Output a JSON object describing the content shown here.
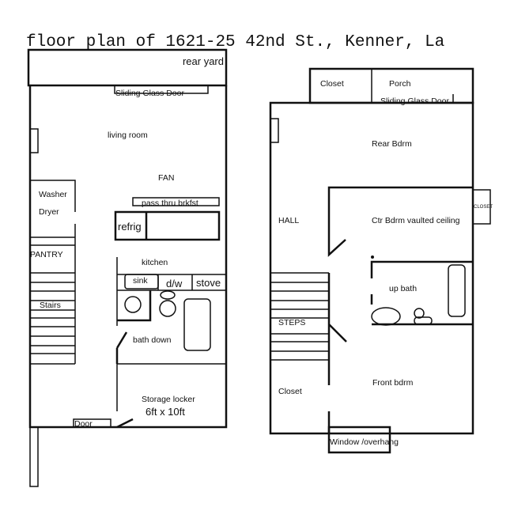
{
  "title": "floor plan of 1621-25  42nd St., Kenner, La",
  "downstairs": {
    "rear_yard": "rear yard",
    "sliding_door": "Sliding Glass Door",
    "living_room": "living room",
    "fan": "FAN",
    "washer": "Washer",
    "dryer": "Dryer",
    "pass_thru": "pass thru brkfst",
    "refrig": "refrig",
    "pantry": "PANTRY",
    "kitchen": "kitchen",
    "sink": "sink",
    "dw": "d/w",
    "stove": "stove",
    "stairs": "Stairs",
    "bath_down": "bath down",
    "storage": "Storage locker",
    "storage_size": "6ft x 10ft",
    "door": "Door"
  },
  "upstairs": {
    "closet_top": "Closet",
    "porch": "Porch",
    "sliding_door": "Sliding Glass Door",
    "rear_bdrm": "Rear Bdrm",
    "hall": "HALL",
    "ctr_bdrm": "Ctr Bdrm vaulted ceiling",
    "closet_small": "CLOSET",
    "up_bath": "up bath",
    "steps": "STEPS",
    "closet": "Closet",
    "front_bdrm": "Front bdrm",
    "window": "Window /overhang"
  }
}
